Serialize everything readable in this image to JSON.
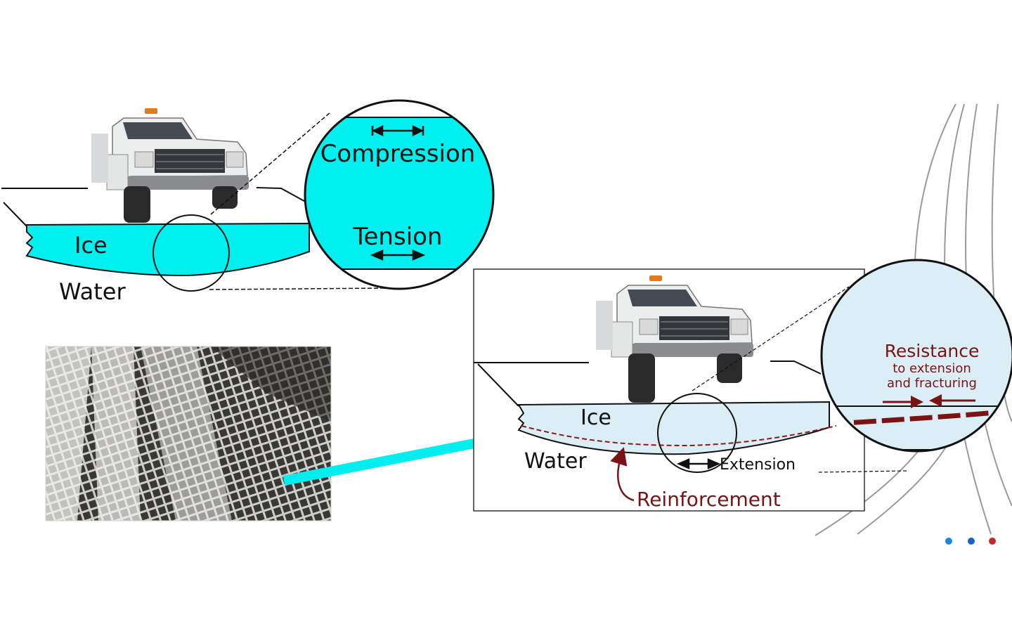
{
  "colors": {
    "ice_top": "#00f0f0",
    "ice_bottom": "#dbeef5",
    "reinforcement": "#7a1414",
    "arrow": "#00eeee",
    "line": "#111111",
    "deco_lines": "#9a9a9a",
    "dots": [
      "#1e88d8",
      "#1565c0",
      "#c62828"
    ]
  },
  "top_diagram": {
    "ice_label": "Ice",
    "water_label": "Water",
    "magnifier": {
      "compression_label": "Compression",
      "tension_label": "Tension"
    }
  },
  "bottom_diagram": {
    "ice_label": "Ice",
    "water_label": "Water",
    "extension_label": "Extension",
    "reinforcement_label": "Reinforcement",
    "magnifier": {
      "title": "Resistance",
      "line2": "to extension",
      "line3": "and fracturing"
    }
  },
  "icons": {
    "truck": "pickup-truck-icon",
    "geogrid": "geogrid-roll-photo"
  }
}
